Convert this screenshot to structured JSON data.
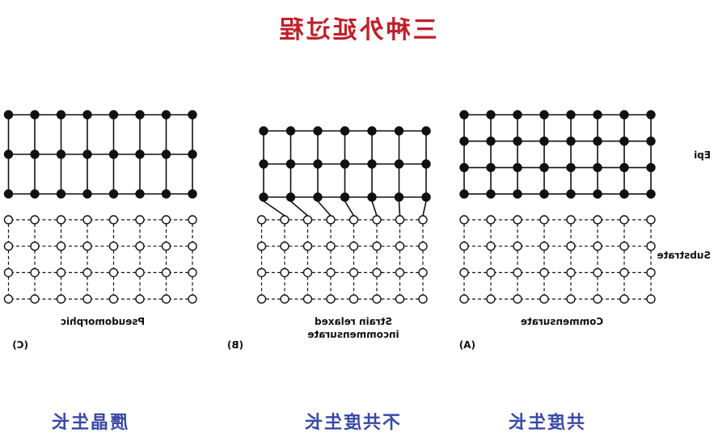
{
  "title": "三种外延过程",
  "colors": {
    "title": "#c0202a",
    "chinese_labels": "#3a49a6",
    "ink": "#111111"
  },
  "side_labels": {
    "epi": "Epi",
    "substrate": "Substrate"
  },
  "panels": [
    {
      "id": "A",
      "letter": "(A)",
      "caption_lines": [
        "Commensurate"
      ],
      "chinese": "共度生长",
      "epi_rows": 4,
      "epi_cols": 8,
      "sub_rows": 4,
      "sub_cols": 8
    },
    {
      "id": "B",
      "letter": "(B)",
      "caption_lines": [
        "Strain relaxed",
        "incommensurate"
      ],
      "chinese": "不共度生长",
      "epi_rows": 3,
      "epi_cols": 7,
      "sub_rows": 4,
      "sub_cols": 8
    },
    {
      "id": "C",
      "letter": "(C)",
      "caption_lines": [
        "Pseudomorphic"
      ],
      "chinese": "赝晶生长",
      "epi_rows": 3,
      "epi_cols": 8,
      "sub_rows": 4,
      "sub_cols": 8
    }
  ]
}
